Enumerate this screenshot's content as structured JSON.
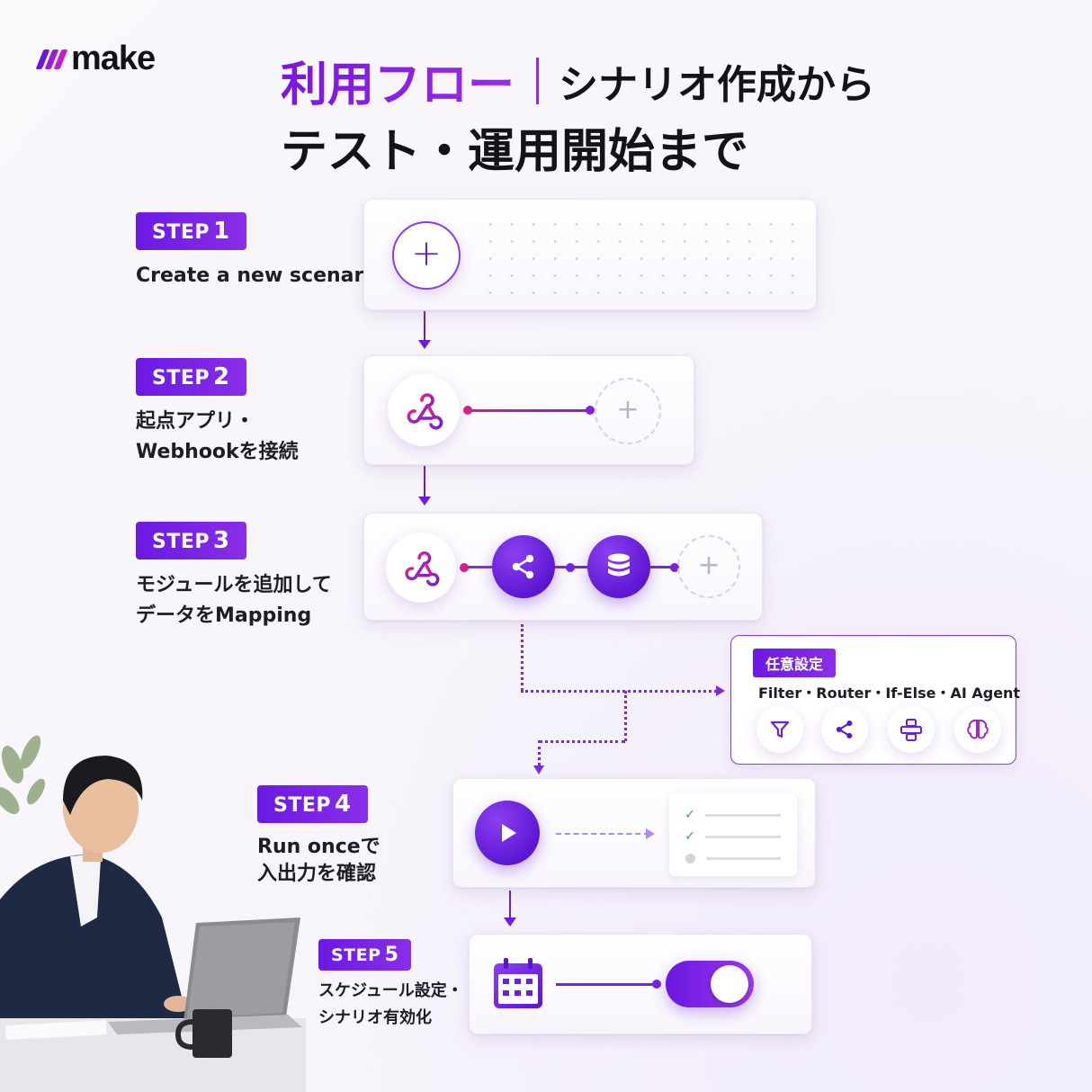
{
  "brand": {
    "name": "make"
  },
  "title": {
    "accent": "利用フロー",
    "rest": "シナリオ作成から",
    "line2": "テスト・運用開始まで"
  },
  "steps": [
    {
      "badge": "STEP",
      "num": "1",
      "text_lines": [
        "Create a new scenario"
      ]
    },
    {
      "badge": "STEP",
      "num": "2",
      "text_lines": [
        "起点アプリ・",
        "Webhookを接続"
      ]
    },
    {
      "badge": "STEP",
      "num": "3",
      "text_lines": [
        "モジュールを追加して",
        "データをMapping"
      ]
    },
    {
      "badge": "STEP",
      "num": "4",
      "text_lines": [
        "Run onceで",
        "入出力を確認"
      ]
    },
    {
      "badge": "STEP",
      "num": "5",
      "text_lines": [
        "スケジュール設定・",
        "シナリオ有効化"
      ]
    }
  ],
  "optional": {
    "badge": "任意設定",
    "text": "Filter・Router・If-Else・AI Agent",
    "icons": [
      "filter-icon",
      "router-icon",
      "if-else-icon",
      "ai-agent-brain-icon"
    ]
  },
  "icons": {
    "step1": [
      "plus-icon"
    ],
    "step2": [
      "webhook-icon",
      "plus-icon"
    ],
    "step3": [
      "webhook-icon",
      "share-icon",
      "database-icon",
      "plus-icon"
    ],
    "step4": [
      "play-icon",
      "checklist-icon"
    ],
    "step5": [
      "calendar-icon",
      "toggle-switch"
    ]
  },
  "checklist": {
    "items_checked": [
      true,
      true,
      false
    ]
  },
  "toggle": {
    "state": "on"
  },
  "colors": {
    "accent": "#6a1be0",
    "accent2": "#9d2ae6",
    "pink": "#d4208a",
    "check": "#3aa356"
  }
}
